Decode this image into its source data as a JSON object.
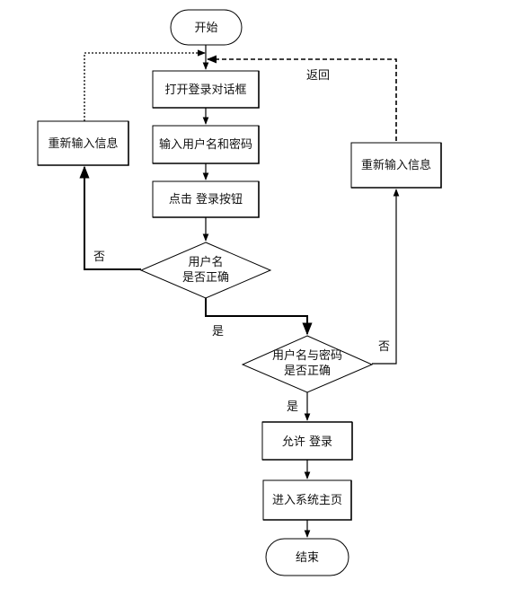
{
  "nodes": {
    "start": "开始",
    "open_dialog": "打开登录对话框",
    "input_credentials": "输入用户名和密码",
    "click_login": "点击 登录按钮",
    "check_username_line1": "用户名",
    "check_username_line2": "是否正确",
    "reenter_left": "重新输入信息",
    "check_both_line1": "用户名与密码",
    "check_both_line2": "是否正确",
    "reenter_right": "重新输入信息",
    "allow_login": "允许 登录",
    "enter_home": "进入系统主页",
    "end": "结束"
  },
  "edge_labels": {
    "return": "返回",
    "no_left": "否",
    "yes_first": "是",
    "no_right": "否",
    "yes_second": "是"
  }
}
